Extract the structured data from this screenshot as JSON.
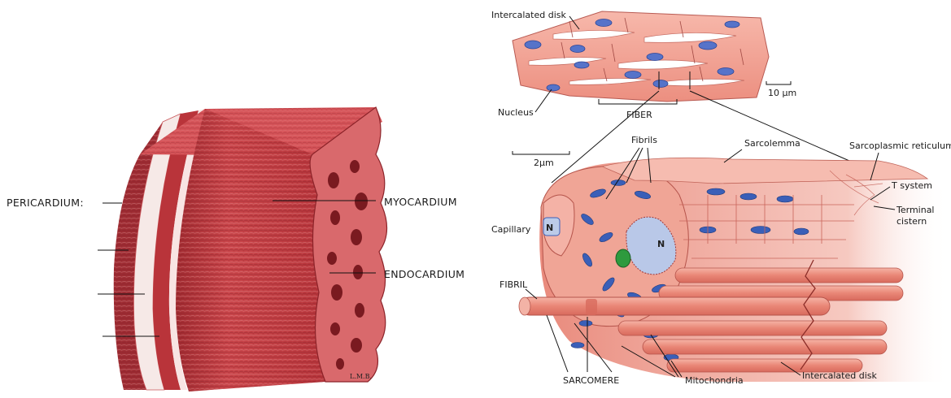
{
  "left_panel": {
    "labels": {
      "pericardium": "PERICARDIUM:",
      "myocardium": "MYOCARDIUM",
      "endocardium": "ENDOCARDIUM"
    },
    "signature": "L.M.B."
  },
  "right_panel": {
    "top_labels": {
      "intercalated_disk": "Intercalated disk",
      "nucleus": "Nucleus",
      "fiber": "FIBER",
      "scale_10": "10 µm"
    },
    "bottom_labels": {
      "scale_2": "2µm",
      "fibrils": "Fibrils",
      "sarcolemma": "Sarcolemma",
      "sarcoplasmic_reticulum": "Sarcoplasmic reticulum",
      "t_system": "T system",
      "terminal_cistern_line1": "Terminal",
      "terminal_cistern_line2": "cistern",
      "capillary": "Capillary",
      "nucleus_n1": "N",
      "nucleus_n2": "N",
      "fibril": "FIBRIL",
      "sarcomere": "SARCOMERE",
      "mitochondria": "Mitochondria",
      "intercalated_disk_bottom": "Intercalated disk"
    }
  },
  "colors": {
    "muscle_dark": "#b8353b",
    "muscle_mid": "#d9575a",
    "muscle_light": "#f2b0a8",
    "fiber_pink": "#f4a99b",
    "nucleus_blue": "#3a5fb8",
    "nucleus_light": "#b9c8e8",
    "capillary_green": "#2e9a3e"
  }
}
